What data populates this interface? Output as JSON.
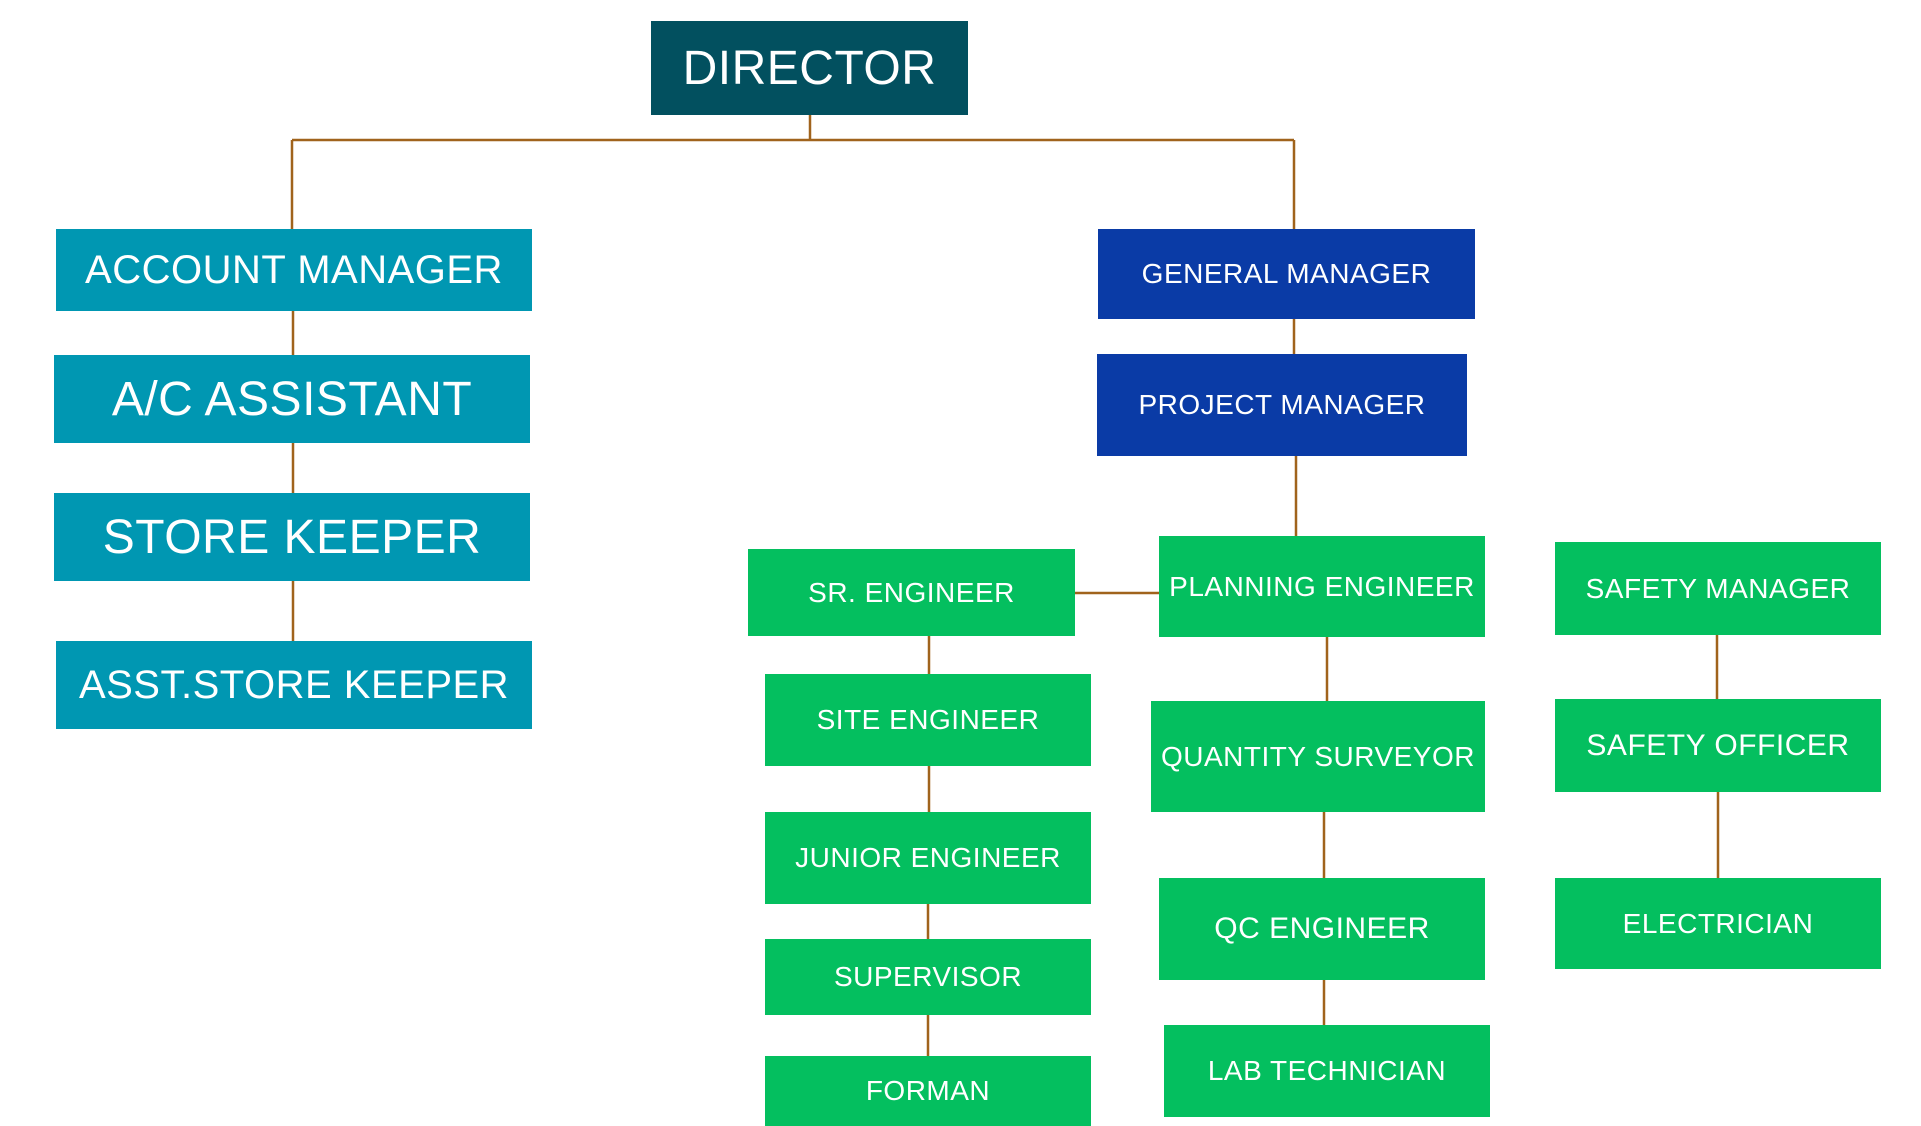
{
  "colors": {
    "director": "#02505f",
    "finance": "#0097b2",
    "management": "#0a3ba6",
    "operations": "#04bf5f",
    "connector": "#a0631c"
  },
  "nodes": {
    "director": "DIRECTOR",
    "account_manager": "ACCOUNT MANAGER",
    "ac_assistant": "A/C ASSISTANT",
    "store_keeper": "STORE KEEPER",
    "asst_store_keeper": "ASST.STORE KEEPER",
    "general_manager": "GENERAL MANAGER",
    "project_manager": "PROJECT MANAGER",
    "sr_engineer": "SR. ENGINEER",
    "planning_engineer": "PLANNING ENGINEER",
    "safety_manager": "SAFETY MANAGER",
    "site_engineer": "SITE ENGINEER",
    "quantity_surveyor": "QUANTITY SURVEYOR",
    "safety_officer": "SAFETY OFFICER",
    "junior_engineer": "JUNIOR ENGINEER",
    "qc_engineer": "QC ENGINEER",
    "electrician": "ELECTRICIAN",
    "supervisor": "SUPERVISOR",
    "forman": "FORMAN",
    "lab_technician": "LAB TECHNICIAN"
  },
  "edges": [
    [
      "director",
      "account_manager"
    ],
    [
      "director",
      "general_manager"
    ],
    [
      "account_manager",
      "ac_assistant"
    ],
    [
      "ac_assistant",
      "store_keeper"
    ],
    [
      "store_keeper",
      "asst_store_keeper"
    ],
    [
      "general_manager",
      "project_manager"
    ],
    [
      "project_manager",
      "planning_engineer"
    ],
    [
      "planning_engineer",
      "sr_engineer"
    ],
    [
      "sr_engineer",
      "site_engineer"
    ],
    [
      "site_engineer",
      "junior_engineer"
    ],
    [
      "junior_engineer",
      "supervisor"
    ],
    [
      "supervisor",
      "forman"
    ],
    [
      "planning_engineer",
      "quantity_surveyor"
    ],
    [
      "quantity_surveyor",
      "qc_engineer"
    ],
    [
      "qc_engineer",
      "lab_technician"
    ],
    [
      "safety_manager",
      "safety_officer"
    ],
    [
      "safety_officer",
      "electrician"
    ]
  ]
}
